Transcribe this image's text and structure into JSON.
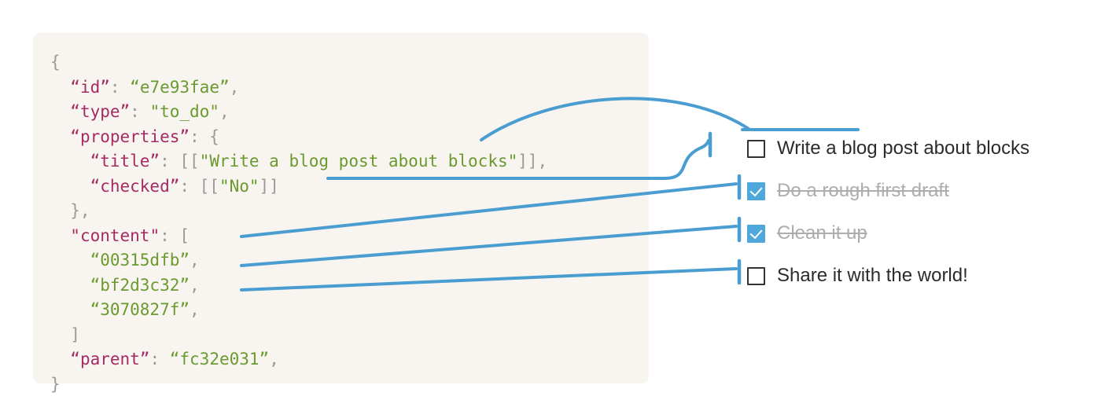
{
  "panel": {
    "bg_color": "#f8f5f0",
    "code_lines": [
      [
        {
          "t": "p",
          "v": "{"
        }
      ],
      [
        {
          "t": "p",
          "v": "  "
        },
        {
          "t": "k",
          "v": "“id”"
        },
        {
          "t": "p",
          "v": ": "
        },
        {
          "t": "s",
          "v": "“e7e93fae”"
        },
        {
          "t": "p",
          "v": ","
        }
      ],
      [
        {
          "t": "p",
          "v": "  "
        },
        {
          "t": "k",
          "v": "“type”"
        },
        {
          "t": "p",
          "v": ": "
        },
        {
          "t": "s",
          "v": "\"to_do\""
        },
        {
          "t": "p",
          "v": ","
        }
      ],
      [
        {
          "t": "p",
          "v": "  "
        },
        {
          "t": "k",
          "v": "“properties”"
        },
        {
          "t": "p",
          "v": ": {"
        }
      ],
      [
        {
          "t": "p",
          "v": "    "
        },
        {
          "t": "k",
          "v": "“title”"
        },
        {
          "t": "p",
          "v": ": [["
        },
        {
          "t": "s",
          "v": "\"Write a blog post about blocks\""
        },
        {
          "t": "p",
          "v": "]],"
        }
      ],
      [
        {
          "t": "p",
          "v": "    "
        },
        {
          "t": "k",
          "v": "“checked”"
        },
        {
          "t": "p",
          "v": ": [["
        },
        {
          "t": "s",
          "v": "\"No\""
        },
        {
          "t": "p",
          "v": "]]"
        }
      ],
      [
        {
          "t": "p",
          "v": "  },"
        }
      ],
      [
        {
          "t": "p",
          "v": "  "
        },
        {
          "t": "k",
          "v": "\"content\""
        },
        {
          "t": "p",
          "v": ": ["
        }
      ],
      [
        {
          "t": "p",
          "v": "    "
        },
        {
          "t": "s",
          "v": "“00315dfb”"
        },
        {
          "t": "p",
          "v": ","
        }
      ],
      [
        {
          "t": "p",
          "v": "    "
        },
        {
          "t": "s",
          "v": "“bf2d3c32”"
        },
        {
          "t": "p",
          "v": ","
        }
      ],
      [
        {
          "t": "p",
          "v": "    "
        },
        {
          "t": "s",
          "v": "“3070827f”"
        },
        {
          "t": "p",
          "v": ","
        }
      ],
      [
        {
          "t": "p",
          "v": "  ]"
        }
      ],
      [
        {
          "t": "p",
          "v": "  "
        },
        {
          "t": "k",
          "v": "“parent”"
        },
        {
          "t": "p",
          "v": ": "
        },
        {
          "t": "s",
          "v": "“fc32e031”"
        },
        {
          "t": "p",
          "v": ","
        }
      ],
      [
        {
          "t": "p",
          "v": "}"
        }
      ]
    ]
  },
  "checklist": {
    "items": [
      {
        "label": "Write a blog post about blocks",
        "checked": false,
        "source_key": "title"
      },
      {
        "label": "Do a rough first draft",
        "checked": true,
        "source_key": "00315dfb"
      },
      {
        "label": "Clean it up",
        "checked": true,
        "source_key": "bf2d3c32"
      },
      {
        "label": "Share it with the world!",
        "checked": false,
        "source_key": "3070827f"
      }
    ]
  },
  "connectors": {
    "color": "#4a9dd0",
    "stroke_width": 4
  }
}
